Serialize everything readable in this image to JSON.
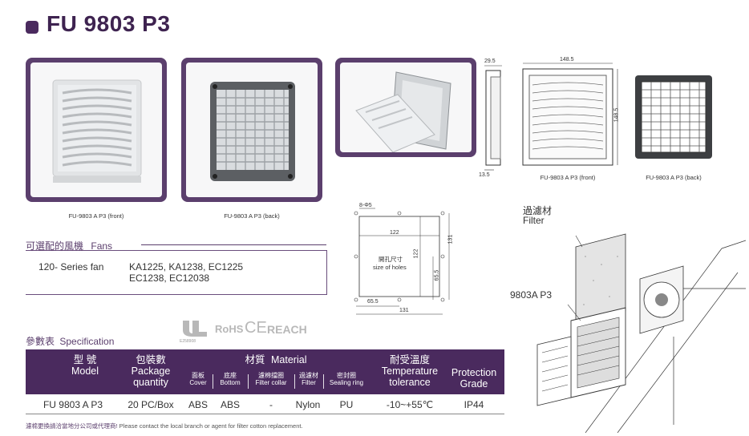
{
  "title": "FU 9803 P3",
  "photos": [
    {
      "caption": "FU-9803 A P3 (front)"
    },
    {
      "caption": "FU-9803 A P3 (back)"
    },
    {
      "caption": ""
    }
  ],
  "drawings": {
    "side_width": "29.5",
    "side_depth": "13.5",
    "front_width": "148.5",
    "front_height": "148.5",
    "front_caption": "FU-9803 A P3 (front)",
    "back_caption": "FU-9803 A P3 (back)"
  },
  "cutout": {
    "holes": "8-Φ5",
    "inner_w": "122",
    "inner_h": "122",
    "outer_w": "131",
    "outer_h": "131",
    "half_w": "65.5",
    "half_h": "65.5",
    "label_cn": "開孔尺寸",
    "label_en": "size of holes"
  },
  "exploded": {
    "filter_cn": "過濾材",
    "filter_en": "Filter",
    "part": "9803A P3"
  },
  "fans": {
    "heading_cn": "可選配的風機",
    "heading_en": "Fans",
    "series": "120- Series fan",
    "models_line1": "KA1225, KA1238, EC1225",
    "models_line2": "EC1238, EC12038"
  },
  "certs": {
    "ul_code": "E258908",
    "rohs": "RoHS",
    "ce": "CE",
    "reach": "REACH"
  },
  "spec": {
    "heading_cn": "參數表",
    "heading_en": "Specification",
    "headers": {
      "model_cn": "型  號",
      "model_en": "Model",
      "package_cn": "包裝數",
      "package_en1": "Package",
      "package_en2": "quantity",
      "material_cn": "材質",
      "material_en": "Material",
      "cover_cn": "面板",
      "cover_en": "Cover",
      "bottom_cn": "底座",
      "bottom_en": "Bottom",
      "collar_cn": "濾棉擋圈",
      "collar_en": "Filter collar",
      "filter_cn": "過濾材",
      "filter_en": "Filter",
      "seal_cn": "密封圈",
      "seal_en": "Sealing ring",
      "temp_cn": "耐受溫度",
      "temp_en1": "Temperature",
      "temp_en2": "tolerance",
      "grade_en1": "Protection",
      "grade_en2": "Grade"
    },
    "row": {
      "model": "FU 9803  A  P3",
      "package": "20 PC/Box",
      "cover": "ABS",
      "bottom": "ABS",
      "collar": "-",
      "filter": "Nylon",
      "seal": "PU",
      "temp": "-10~+55℃",
      "grade": "IP44"
    }
  },
  "note": {
    "cn": "濾棉更換請洽當地分公司或代理商!",
    "en": " Please contact the local branch or agent for filter cotton replacement."
  },
  "colors": {
    "brand": "#4a2a5e",
    "photo_frame": "#5b3f6d"
  }
}
